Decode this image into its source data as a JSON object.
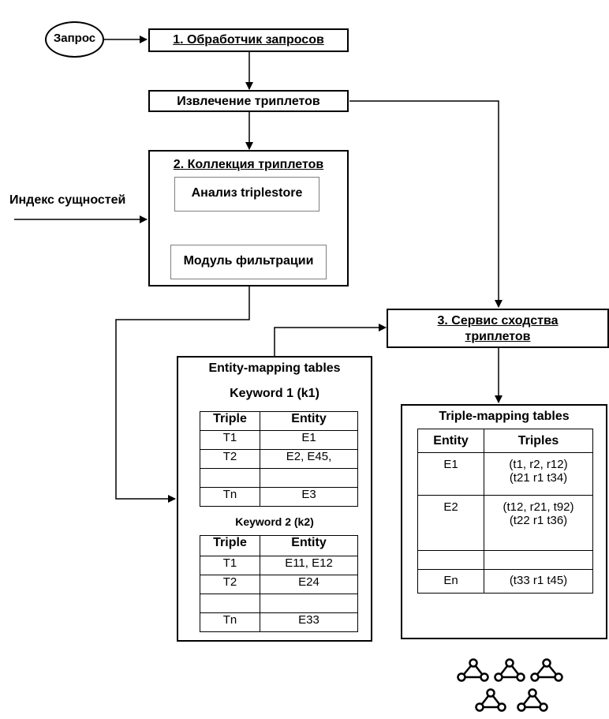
{
  "query": "Запрос",
  "request_handler": "1. Обработчик запросов",
  "triplet_extraction": "Извлечение триплетов",
  "triplet_collection": {
    "title": "2. Коллекция триплетов",
    "triplestore_analysis": "Анализ triplestore",
    "filter_module": "Модуль фильтрации"
  },
  "entity_index": "Индекс сущностей",
  "similarity_service": {
    "line1": "3. Сервис сходства",
    "line2": "триплетов"
  },
  "entity_mapping": {
    "title": "Entity-mapping tables",
    "keyword1": "Keyword 1 (k1)",
    "keyword2": "Keyword 2 (k2)",
    "headers": [
      "Triple",
      "Entity"
    ],
    "table1": [
      [
        "T1",
        "E1"
      ],
      [
        "T2",
        "E2, E45,"
      ],
      [
        "",
        ""
      ],
      [
        "Tn",
        "E3"
      ]
    ],
    "table2": [
      [
        "T1",
        "E11, E12"
      ],
      [
        "T2",
        "E24"
      ],
      [
        "",
        ""
      ],
      [
        "Tn",
        "E33"
      ]
    ]
  },
  "triple_mapping": {
    "title": "Triple-mapping tables",
    "headers": [
      "Entity",
      "Triples"
    ],
    "rows": [
      [
        "E1",
        "(t1, r2, r12)",
        "(t21 r1 t34)"
      ],
      [
        "E2",
        "(t12, r21, t92)",
        "(t22 r1 t36)"
      ],
      [
        "",
        "",
        ""
      ],
      [
        "En",
        "(t33 r1 t45)",
        ""
      ]
    ]
  }
}
